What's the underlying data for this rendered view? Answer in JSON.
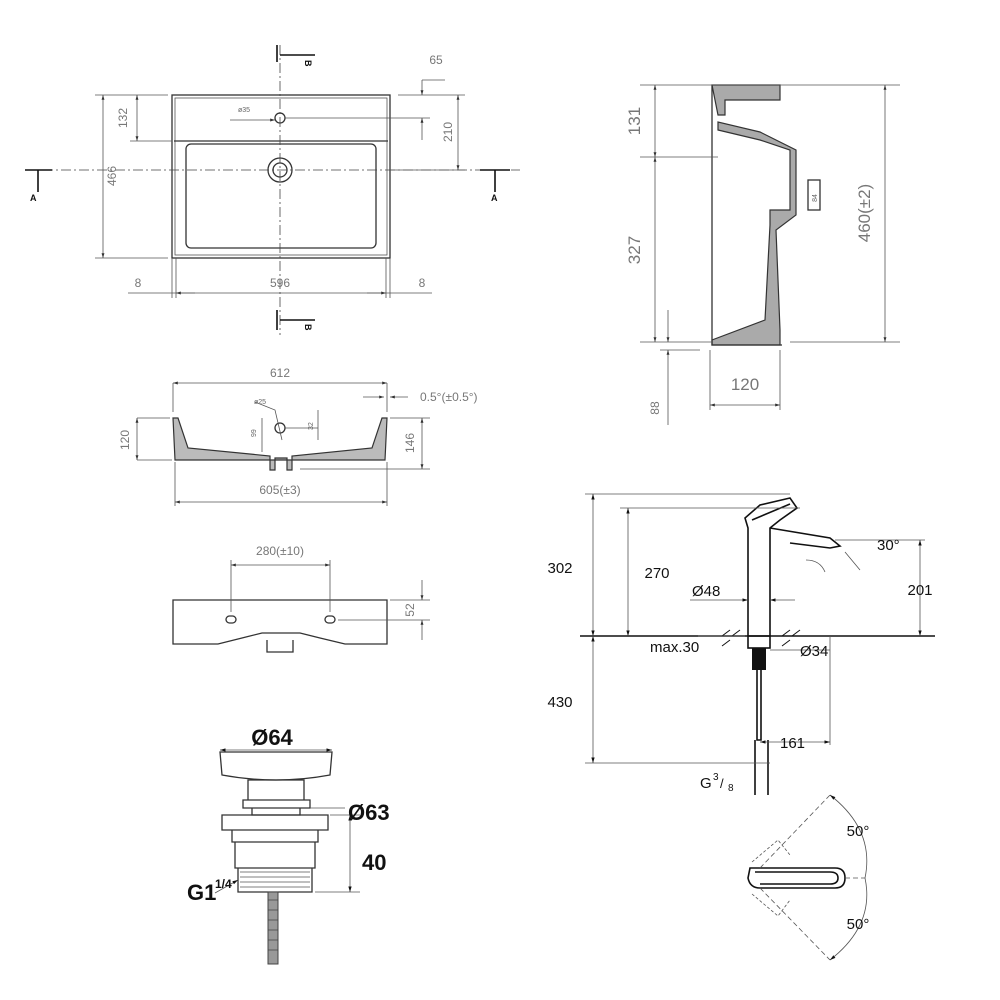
{
  "top_view": {
    "depth": "466",
    "shelf": "132",
    "tap_offset": "65",
    "drain_offset": "210",
    "tap_hole": "ø35",
    "width": "596",
    "left_margin": "8",
    "right_margin": "8",
    "section_a": "A",
    "section_b": "B"
  },
  "front_section": {
    "overall_width": "612",
    "angle": "0.5°(±0.5°)",
    "height_inner": "120",
    "height_total": "146",
    "bottom_width": "605(±3)",
    "hole": "ø25",
    "small_dim_1": "99",
    "small_dim_2": "32"
  },
  "back_view": {
    "hole_spacing": "280(±10)",
    "hole_height": "52"
  },
  "side_section": {
    "top": "131",
    "middle": "327",
    "total": "460(±2)",
    "depth": "120",
    "bottom": "88",
    "inner": "84"
  },
  "faucet": {
    "total_height": "302",
    "spout_height": "270",
    "angle": "30°",
    "spout_outlet": "201",
    "body_diameter": "Ø48",
    "max_thickness": "max.30",
    "hole_diameter": "Ø34",
    "below": "430",
    "reach": "161",
    "thread": "G",
    "thread_num": "3",
    "thread_den": "8",
    "swivel_1": "50°",
    "swivel_2": "50°"
  },
  "waste": {
    "cap_diameter": "Ø64",
    "flange_diameter": "Ø63",
    "height": "40",
    "thread": "G1",
    "thread_sup": "1/4"
  }
}
